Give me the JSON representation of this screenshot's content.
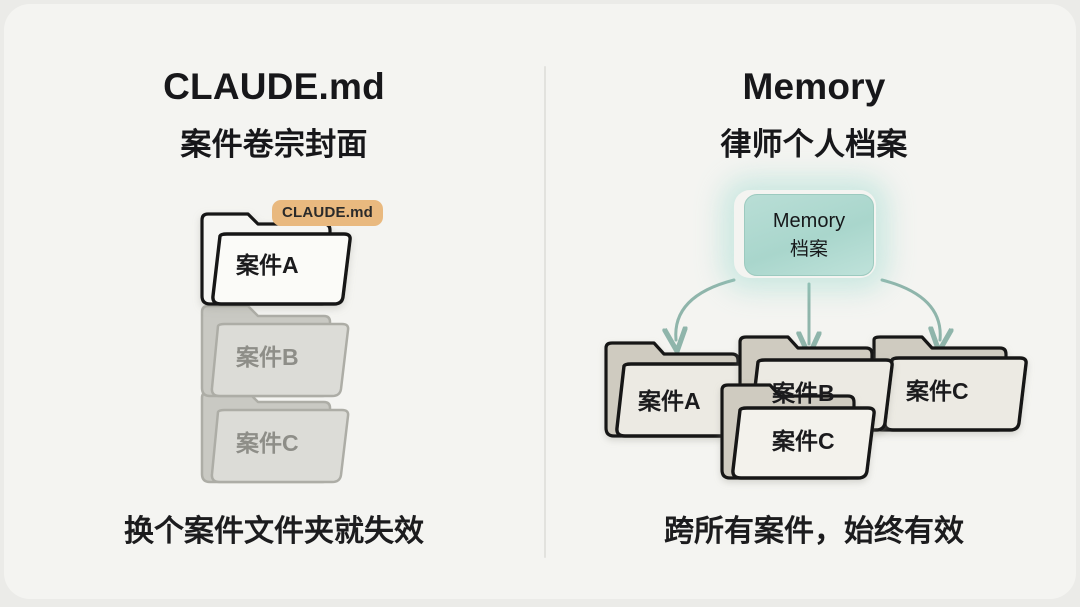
{
  "page": {
    "background": "#ebebe8",
    "card_background": "#f4f4f1"
  },
  "left": {
    "title_en": "CLAUDE.md",
    "title_cn": "案件卷宗封面",
    "badge": "CLAUDE.md",
    "badge_color": "#e9b97f",
    "folders": [
      {
        "label": "案件A",
        "state": "active"
      },
      {
        "label": "案件B",
        "state": "inactive"
      },
      {
        "label": "案件C",
        "state": "inactive"
      }
    ],
    "caption": "换个案件文件夹就失效"
  },
  "right": {
    "title_en": "Memory",
    "title_cn": "律师个人档案",
    "memory": {
      "line1": "Memory",
      "line2": "档案",
      "color": "#aed9cf"
    },
    "arrows": {
      "count": 3,
      "color": "#8fb5ab"
    },
    "folders": [
      {
        "label": "案件A",
        "state": "active"
      },
      {
        "label": "案件B",
        "state": "active"
      },
      {
        "label": "案件C",
        "state": "active"
      },
      {
        "label": "案件C",
        "state": "active"
      }
    ],
    "caption": "跨所有案件，始终有效"
  }
}
